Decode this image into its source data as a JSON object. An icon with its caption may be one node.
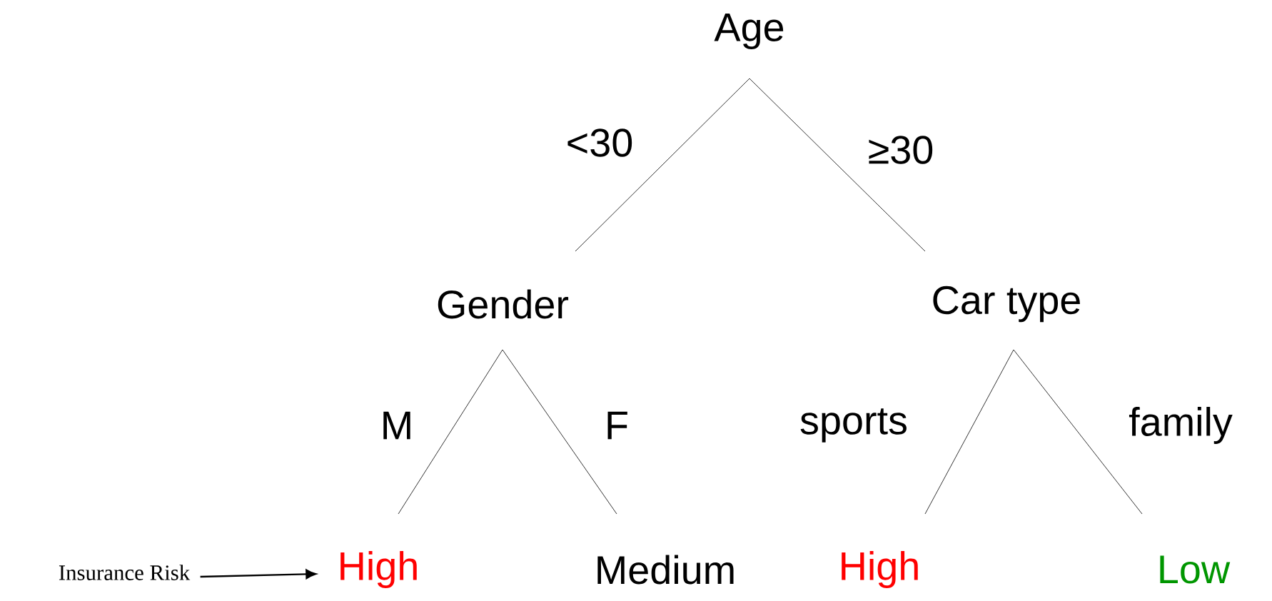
{
  "diagram": {
    "nodes": [
      {
        "text": [
          "Age"
        ]
      },
      {
        "text": [
          "Gender"
        ]
      },
      {
        "text": [
          "Car type"
        ]
      },
      {
        "text": [
          "High"
        ]
      },
      {
        "text": [
          "Medium"
        ]
      },
      {
        "text": [
          "High"
        ]
      },
      {
        "text": [
          "Low"
        ]
      },
      {
        "text": [
          "Insurance Risk"
        ]
      }
    ],
    "edges": [
      {
        "from": 0,
        "to": 1,
        "arrow": "none",
        "label": "<30"
      },
      {
        "from": 0,
        "to": 2,
        "arrow": "none",
        "label": "≥30"
      },
      {
        "from": 1,
        "to": 3,
        "arrow": "none",
        "label": "M"
      },
      {
        "from": 1,
        "to": 4,
        "arrow": "none",
        "label": "F"
      },
      {
        "from": 2,
        "to": 5,
        "arrow": "none",
        "label": "sports"
      },
      {
        "from": 2,
        "to": 6,
        "arrow": "none",
        "label": "family"
      },
      {
        "from": 7,
        "to": 3,
        "arrow": "to"
      }
    ]
  }
}
